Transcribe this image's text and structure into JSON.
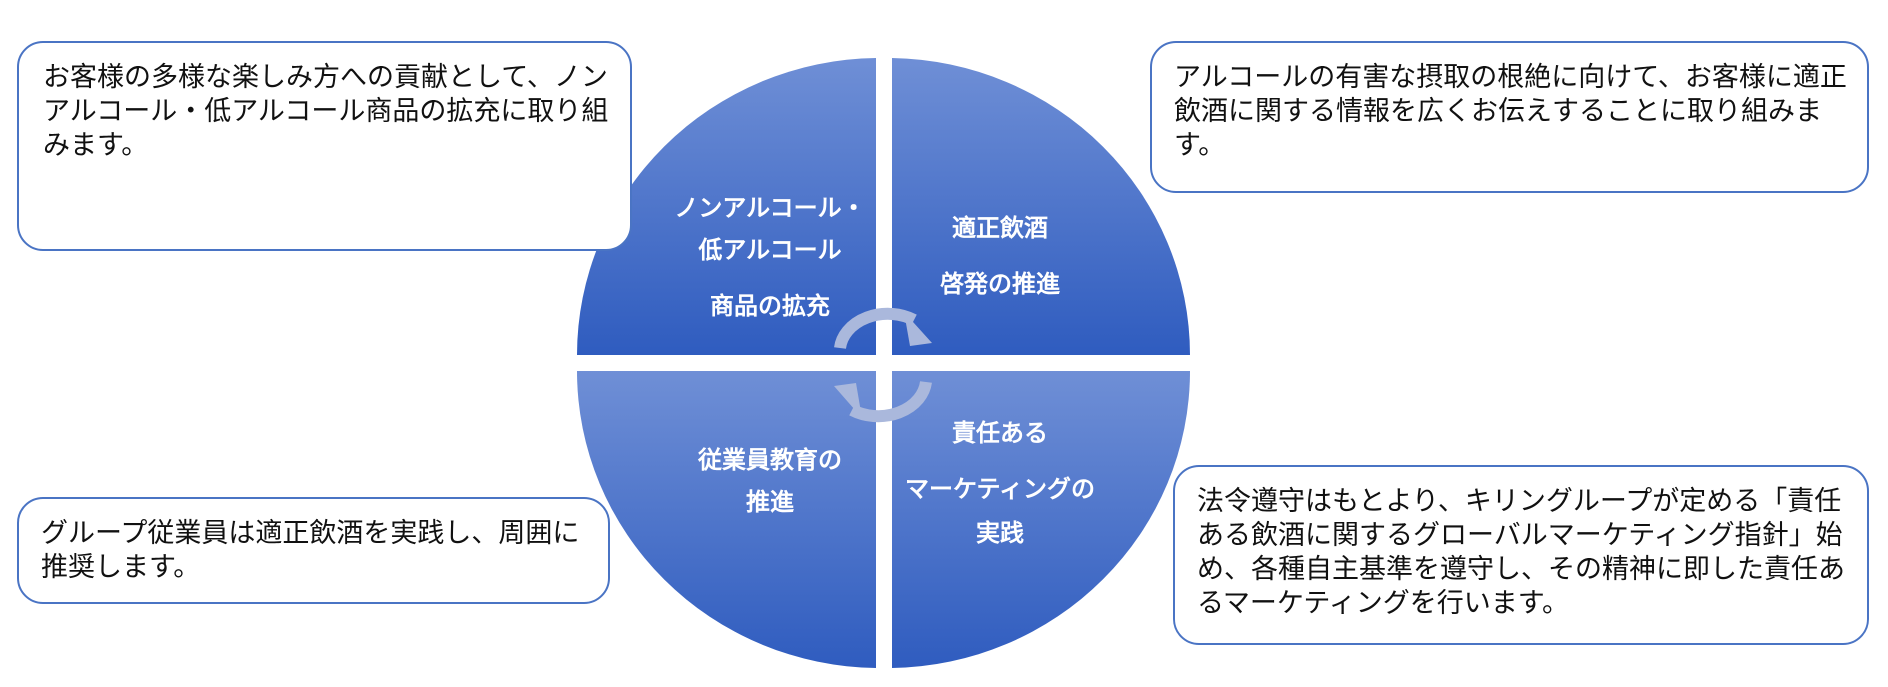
{
  "quadrants": {
    "nonalcohol": {
      "lines": [
        "ノンアルコール・",
        "低アルコール",
        "商品の拡充"
      ]
    },
    "moderate_drinking": {
      "lines": [
        "適正飲酒",
        "啓発の推進"
      ]
    },
    "employee_education": {
      "lines": [
        "従業員教育の",
        "推進"
      ]
    },
    "responsible_marketing": {
      "lines": [
        "責任ある",
        "マーケティングの",
        "実践"
      ]
    }
  },
  "callouts": {
    "top_left": "お客様の多様な楽しみ方への貢献として、ノンアルコール・低アルコール商品の拡充に取り組みます。",
    "top_right": "アルコールの有害な摂取の根絶に向けて、お客様に適正飲酒に関する情報を広くお伝えすることに取り組みます。",
    "bottom_left": "グループ従業員は適正飲酒を実践し、周囲に推奨します。",
    "bottom_right": "法令遵守はもとより、キリングループが定める「責任ある飲酒に関するグローバルマーケティング指針」始め、各種自主基準を遵守し、その精神に即した責任あるマーケティングを行います。"
  },
  "colors": {
    "quadrant_light": "#6f8fd6",
    "quadrant_dark": "#2f5cbf",
    "callout_border": "#4a74c4",
    "cycle_arrow": "#aab8dc"
  },
  "icons": {
    "cycle": "circular-arrows-icon"
  }
}
